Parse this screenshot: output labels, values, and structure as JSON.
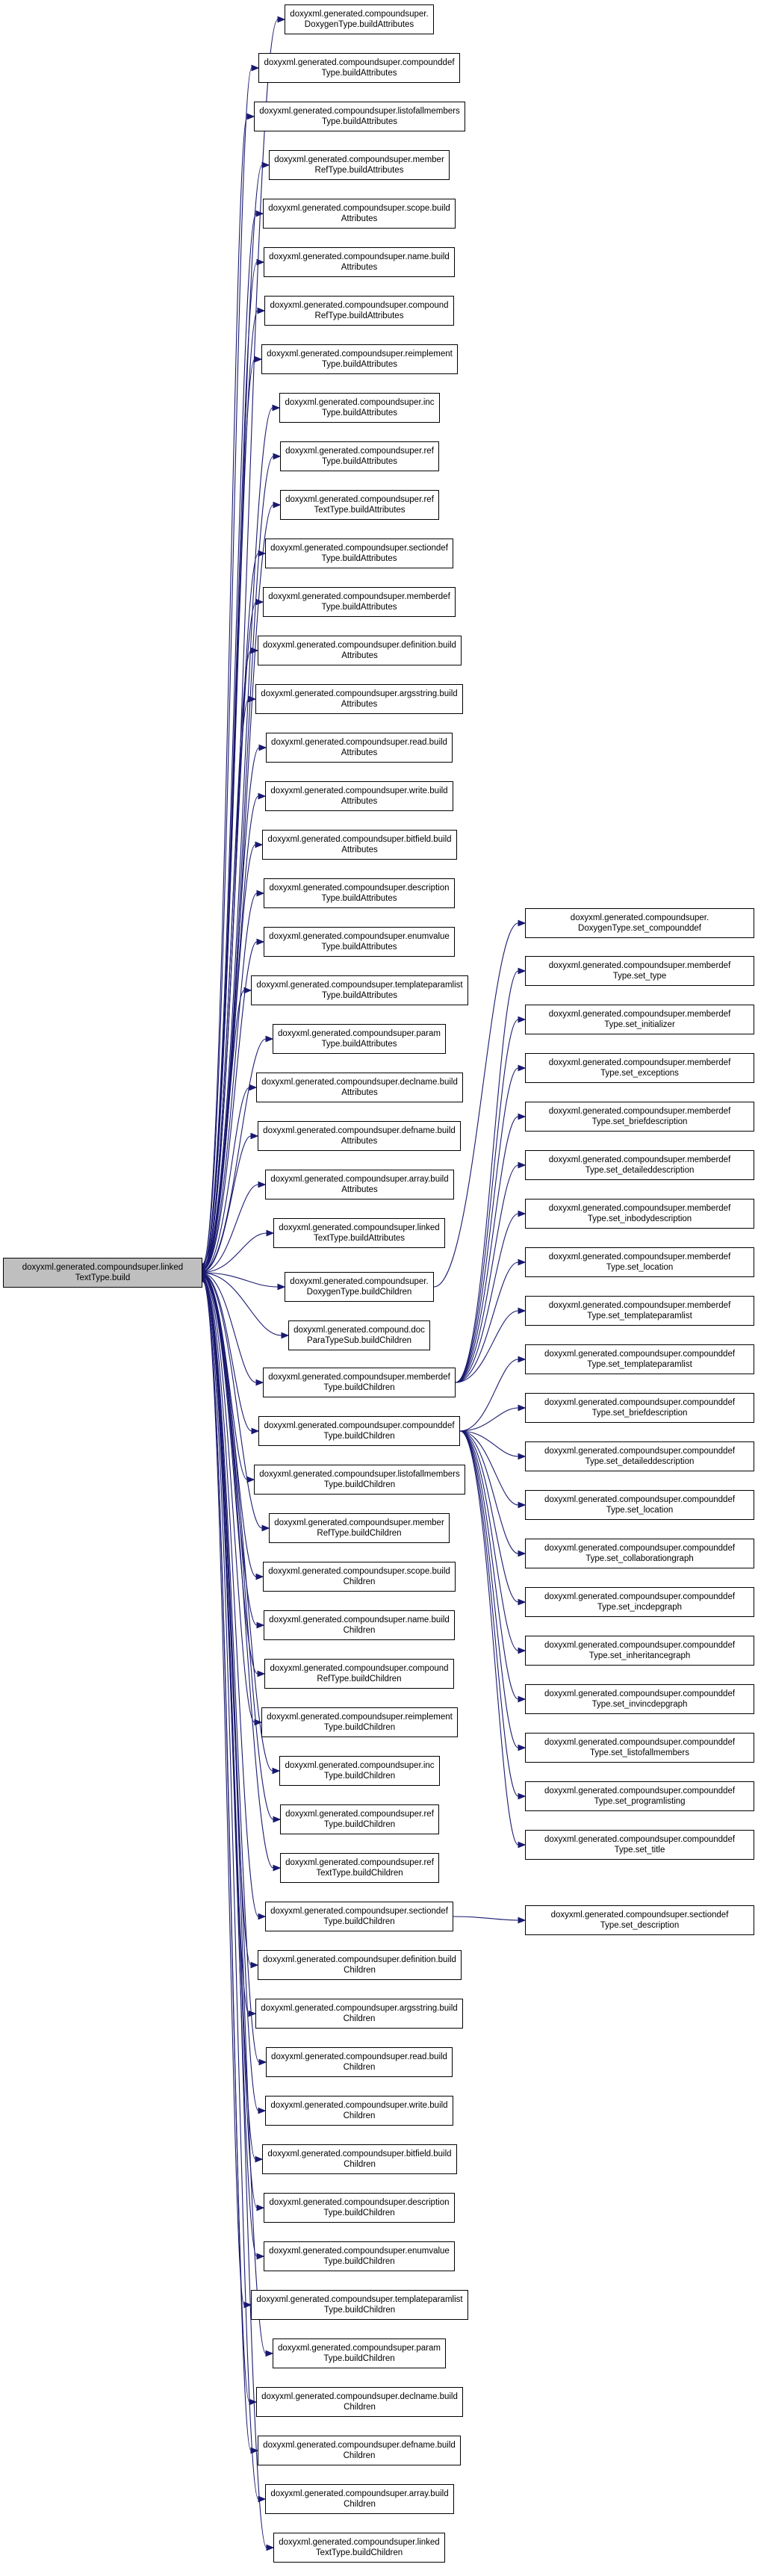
{
  "diagram": {
    "colors": {
      "edge": "#191970",
      "node_border": "#000000",
      "node_fill": "#ffffff",
      "root_fill": "#bfbfbf"
    },
    "root": {
      "id": "root",
      "lines": [
        "doxyxml.generated.compoundsuper.linked",
        "TextType.build"
      ]
    },
    "middle_nodes": [
      {
        "id": "m1",
        "lines": [
          "doxyxml.generated.compoundsuper.",
          "DoxygenType.buildAttributes"
        ]
      },
      {
        "id": "m2",
        "lines": [
          "doxyxml.generated.compoundsuper.compounddef",
          "Type.buildAttributes"
        ]
      },
      {
        "id": "m3",
        "lines": [
          "doxyxml.generated.compoundsuper.listofallmembers",
          "Type.buildAttributes"
        ]
      },
      {
        "id": "m4",
        "lines": [
          "doxyxml.generated.compoundsuper.member",
          "RefType.buildAttributes"
        ]
      },
      {
        "id": "m5",
        "lines": [
          "doxyxml.generated.compoundsuper.scope.build",
          "Attributes"
        ]
      },
      {
        "id": "m6",
        "lines": [
          "doxyxml.generated.compoundsuper.name.build",
          "Attributes"
        ]
      },
      {
        "id": "m7",
        "lines": [
          "doxyxml.generated.compoundsuper.compound",
          "RefType.buildAttributes"
        ]
      },
      {
        "id": "m8",
        "lines": [
          "doxyxml.generated.compoundsuper.reimplement",
          "Type.buildAttributes"
        ]
      },
      {
        "id": "m9",
        "lines": [
          "doxyxml.generated.compoundsuper.inc",
          "Type.buildAttributes"
        ]
      },
      {
        "id": "m10",
        "lines": [
          "doxyxml.generated.compoundsuper.ref",
          "Type.buildAttributes"
        ]
      },
      {
        "id": "m11",
        "lines": [
          "doxyxml.generated.compoundsuper.ref",
          "TextType.buildAttributes"
        ]
      },
      {
        "id": "m12",
        "lines": [
          "doxyxml.generated.compoundsuper.sectiondef",
          "Type.buildAttributes"
        ]
      },
      {
        "id": "m13",
        "lines": [
          "doxyxml.generated.compoundsuper.memberdef",
          "Type.buildAttributes"
        ]
      },
      {
        "id": "m14",
        "lines": [
          "doxyxml.generated.compoundsuper.definition.build",
          "Attributes"
        ]
      },
      {
        "id": "m15",
        "lines": [
          "doxyxml.generated.compoundsuper.argsstring.build",
          "Attributes"
        ]
      },
      {
        "id": "m16",
        "lines": [
          "doxyxml.generated.compoundsuper.read.build",
          "Attributes"
        ]
      },
      {
        "id": "m17",
        "lines": [
          "doxyxml.generated.compoundsuper.write.build",
          "Attributes"
        ]
      },
      {
        "id": "m18",
        "lines": [
          "doxyxml.generated.compoundsuper.bitfield.build",
          "Attributes"
        ]
      },
      {
        "id": "m19",
        "lines": [
          "doxyxml.generated.compoundsuper.description",
          "Type.buildAttributes"
        ]
      },
      {
        "id": "m20",
        "lines": [
          "doxyxml.generated.compoundsuper.enumvalue",
          "Type.buildAttributes"
        ]
      },
      {
        "id": "m21",
        "lines": [
          "doxyxml.generated.compoundsuper.templateparamlist",
          "Type.buildAttributes"
        ]
      },
      {
        "id": "m22",
        "lines": [
          "doxyxml.generated.compoundsuper.param",
          "Type.buildAttributes"
        ]
      },
      {
        "id": "m23",
        "lines": [
          "doxyxml.generated.compoundsuper.declname.build",
          "Attributes"
        ]
      },
      {
        "id": "m24",
        "lines": [
          "doxyxml.generated.compoundsuper.defname.build",
          "Attributes"
        ]
      },
      {
        "id": "m25",
        "lines": [
          "doxyxml.generated.compoundsuper.array.build",
          "Attributes"
        ]
      },
      {
        "id": "m26",
        "lines": [
          "doxyxml.generated.compoundsuper.linked",
          "TextType.buildAttributes"
        ]
      },
      {
        "id": "m27",
        "lines": [
          "doxyxml.generated.compoundsuper.",
          "DoxygenType.buildChildren"
        ]
      },
      {
        "id": "m28",
        "lines": [
          "doxyxml.generated.compound.doc",
          "ParaTypeSub.buildChildren"
        ]
      },
      {
        "id": "m29",
        "lines": [
          "doxyxml.generated.compoundsuper.memberdef",
          "Type.buildChildren"
        ]
      },
      {
        "id": "m30",
        "lines": [
          "doxyxml.generated.compoundsuper.compounddef",
          "Type.buildChildren"
        ]
      },
      {
        "id": "m31",
        "lines": [
          "doxyxml.generated.compoundsuper.listofallmembers",
          "Type.buildChildren"
        ]
      },
      {
        "id": "m32",
        "lines": [
          "doxyxml.generated.compoundsuper.member",
          "RefType.buildChildren"
        ]
      },
      {
        "id": "m33",
        "lines": [
          "doxyxml.generated.compoundsuper.scope.build",
          "Children"
        ]
      },
      {
        "id": "m34",
        "lines": [
          "doxyxml.generated.compoundsuper.name.build",
          "Children"
        ]
      },
      {
        "id": "m35",
        "lines": [
          "doxyxml.generated.compoundsuper.compound",
          "RefType.buildChildren"
        ]
      },
      {
        "id": "m36",
        "lines": [
          "doxyxml.generated.compoundsuper.reimplement",
          "Type.buildChildren"
        ]
      },
      {
        "id": "m37",
        "lines": [
          "doxyxml.generated.compoundsuper.inc",
          "Type.buildChildren"
        ]
      },
      {
        "id": "m38",
        "lines": [
          "doxyxml.generated.compoundsuper.ref",
          "Type.buildChildren"
        ]
      },
      {
        "id": "m39",
        "lines": [
          "doxyxml.generated.compoundsuper.ref",
          "TextType.buildChildren"
        ]
      },
      {
        "id": "m40",
        "lines": [
          "doxyxml.generated.compoundsuper.sectiondef",
          "Type.buildChildren"
        ]
      },
      {
        "id": "m41",
        "lines": [
          "doxyxml.generated.compoundsuper.definition.build",
          "Children"
        ]
      },
      {
        "id": "m42",
        "lines": [
          "doxyxml.generated.compoundsuper.argsstring.build",
          "Children"
        ]
      },
      {
        "id": "m43",
        "lines": [
          "doxyxml.generated.compoundsuper.read.build",
          "Children"
        ]
      },
      {
        "id": "m44",
        "lines": [
          "doxyxml.generated.compoundsuper.write.build",
          "Children"
        ]
      },
      {
        "id": "m45",
        "lines": [
          "doxyxml.generated.compoundsuper.bitfield.build",
          "Children"
        ]
      },
      {
        "id": "m46",
        "lines": [
          "doxyxml.generated.compoundsuper.description",
          "Type.buildChildren"
        ]
      },
      {
        "id": "m47",
        "lines": [
          "doxyxml.generated.compoundsuper.enumvalue",
          "Type.buildChildren"
        ]
      },
      {
        "id": "m48",
        "lines": [
          "doxyxml.generated.compoundsuper.templateparamlist",
          "Type.buildChildren"
        ]
      },
      {
        "id": "m49",
        "lines": [
          "doxyxml.generated.compoundsuper.param",
          "Type.buildChildren"
        ]
      },
      {
        "id": "m50",
        "lines": [
          "doxyxml.generated.compoundsuper.declname.build",
          "Children"
        ]
      },
      {
        "id": "m51",
        "lines": [
          "doxyxml.generated.compoundsuper.defname.build",
          "Children"
        ]
      },
      {
        "id": "m52",
        "lines": [
          "doxyxml.generated.compoundsuper.array.build",
          "Children"
        ]
      },
      {
        "id": "m53",
        "lines": [
          "doxyxml.generated.compoundsuper.linked",
          "TextType.buildChildren"
        ]
      }
    ],
    "right_nodes": [
      {
        "id": "r1",
        "lines": [
          "doxyxml.generated.compoundsuper.",
          "DoxygenType.set_compounddef"
        ]
      },
      {
        "id": "r2",
        "lines": [
          "doxyxml.generated.compoundsuper.memberdef",
          "Type.set_type"
        ]
      },
      {
        "id": "r3",
        "lines": [
          "doxyxml.generated.compoundsuper.memberdef",
          "Type.set_initializer"
        ]
      },
      {
        "id": "r4",
        "lines": [
          "doxyxml.generated.compoundsuper.memberdef",
          "Type.set_exceptions"
        ]
      },
      {
        "id": "r5",
        "lines": [
          "doxyxml.generated.compoundsuper.memberdef",
          "Type.set_briefdescription"
        ]
      },
      {
        "id": "r6",
        "lines": [
          "doxyxml.generated.compoundsuper.memberdef",
          "Type.set_detaileddescription"
        ]
      },
      {
        "id": "r7",
        "lines": [
          "doxyxml.generated.compoundsuper.memberdef",
          "Type.set_inbodydescription"
        ]
      },
      {
        "id": "r8",
        "lines": [
          "doxyxml.generated.compoundsuper.memberdef",
          "Type.set_location"
        ]
      },
      {
        "id": "r9",
        "lines": [
          "doxyxml.generated.compoundsuper.memberdef",
          "Type.set_templateparamlist"
        ]
      },
      {
        "id": "r10",
        "lines": [
          "doxyxml.generated.compoundsuper.compounddef",
          "Type.set_templateparamlist"
        ]
      },
      {
        "id": "r11",
        "lines": [
          "doxyxml.generated.compoundsuper.compounddef",
          "Type.set_briefdescription"
        ]
      },
      {
        "id": "r12",
        "lines": [
          "doxyxml.generated.compoundsuper.compounddef",
          "Type.set_detaileddescription"
        ]
      },
      {
        "id": "r13",
        "lines": [
          "doxyxml.generated.compoundsuper.compounddef",
          "Type.set_location"
        ]
      },
      {
        "id": "r14",
        "lines": [
          "doxyxml.generated.compoundsuper.compounddef",
          "Type.set_collaborationgraph"
        ]
      },
      {
        "id": "r15",
        "lines": [
          "doxyxml.generated.compoundsuper.compounddef",
          "Type.set_incdepgraph"
        ]
      },
      {
        "id": "r16",
        "lines": [
          "doxyxml.generated.compoundsuper.compounddef",
          "Type.set_inheritancegraph"
        ]
      },
      {
        "id": "r17",
        "lines": [
          "doxyxml.generated.compoundsuper.compounddef",
          "Type.set_invincdepgraph"
        ]
      },
      {
        "id": "r18",
        "lines": [
          "doxyxml.generated.compoundsuper.compounddef",
          "Type.set_listofallmembers"
        ]
      },
      {
        "id": "r19",
        "lines": [
          "doxyxml.generated.compoundsuper.compounddef",
          "Type.set_programlisting"
        ]
      },
      {
        "id": "r20",
        "lines": [
          "doxyxml.generated.compoundsuper.compounddef",
          "Type.set_title"
        ]
      },
      {
        "id": "r21",
        "lines": [
          "doxyxml.generated.compoundsuper.sectiondef",
          "Type.set_description"
        ]
      }
    ],
    "edges": [
      [
        "m27",
        "r1"
      ],
      [
        "m29",
        "r2"
      ],
      [
        "m29",
        "r3"
      ],
      [
        "m29",
        "r4"
      ],
      [
        "m29",
        "r5"
      ],
      [
        "m29",
        "r6"
      ],
      [
        "m29",
        "r7"
      ],
      [
        "m29",
        "r8"
      ],
      [
        "m29",
        "r9"
      ],
      [
        "m30",
        "r10"
      ],
      [
        "m30",
        "r11"
      ],
      [
        "m30",
        "r12"
      ],
      [
        "m30",
        "r13"
      ],
      [
        "m30",
        "r14"
      ],
      [
        "m30",
        "r15"
      ],
      [
        "m30",
        "r16"
      ],
      [
        "m30",
        "r17"
      ],
      [
        "m30",
        "r18"
      ],
      [
        "m30",
        "r19"
      ],
      [
        "m30",
        "r20"
      ],
      [
        "m40",
        "r21"
      ]
    ]
  }
}
